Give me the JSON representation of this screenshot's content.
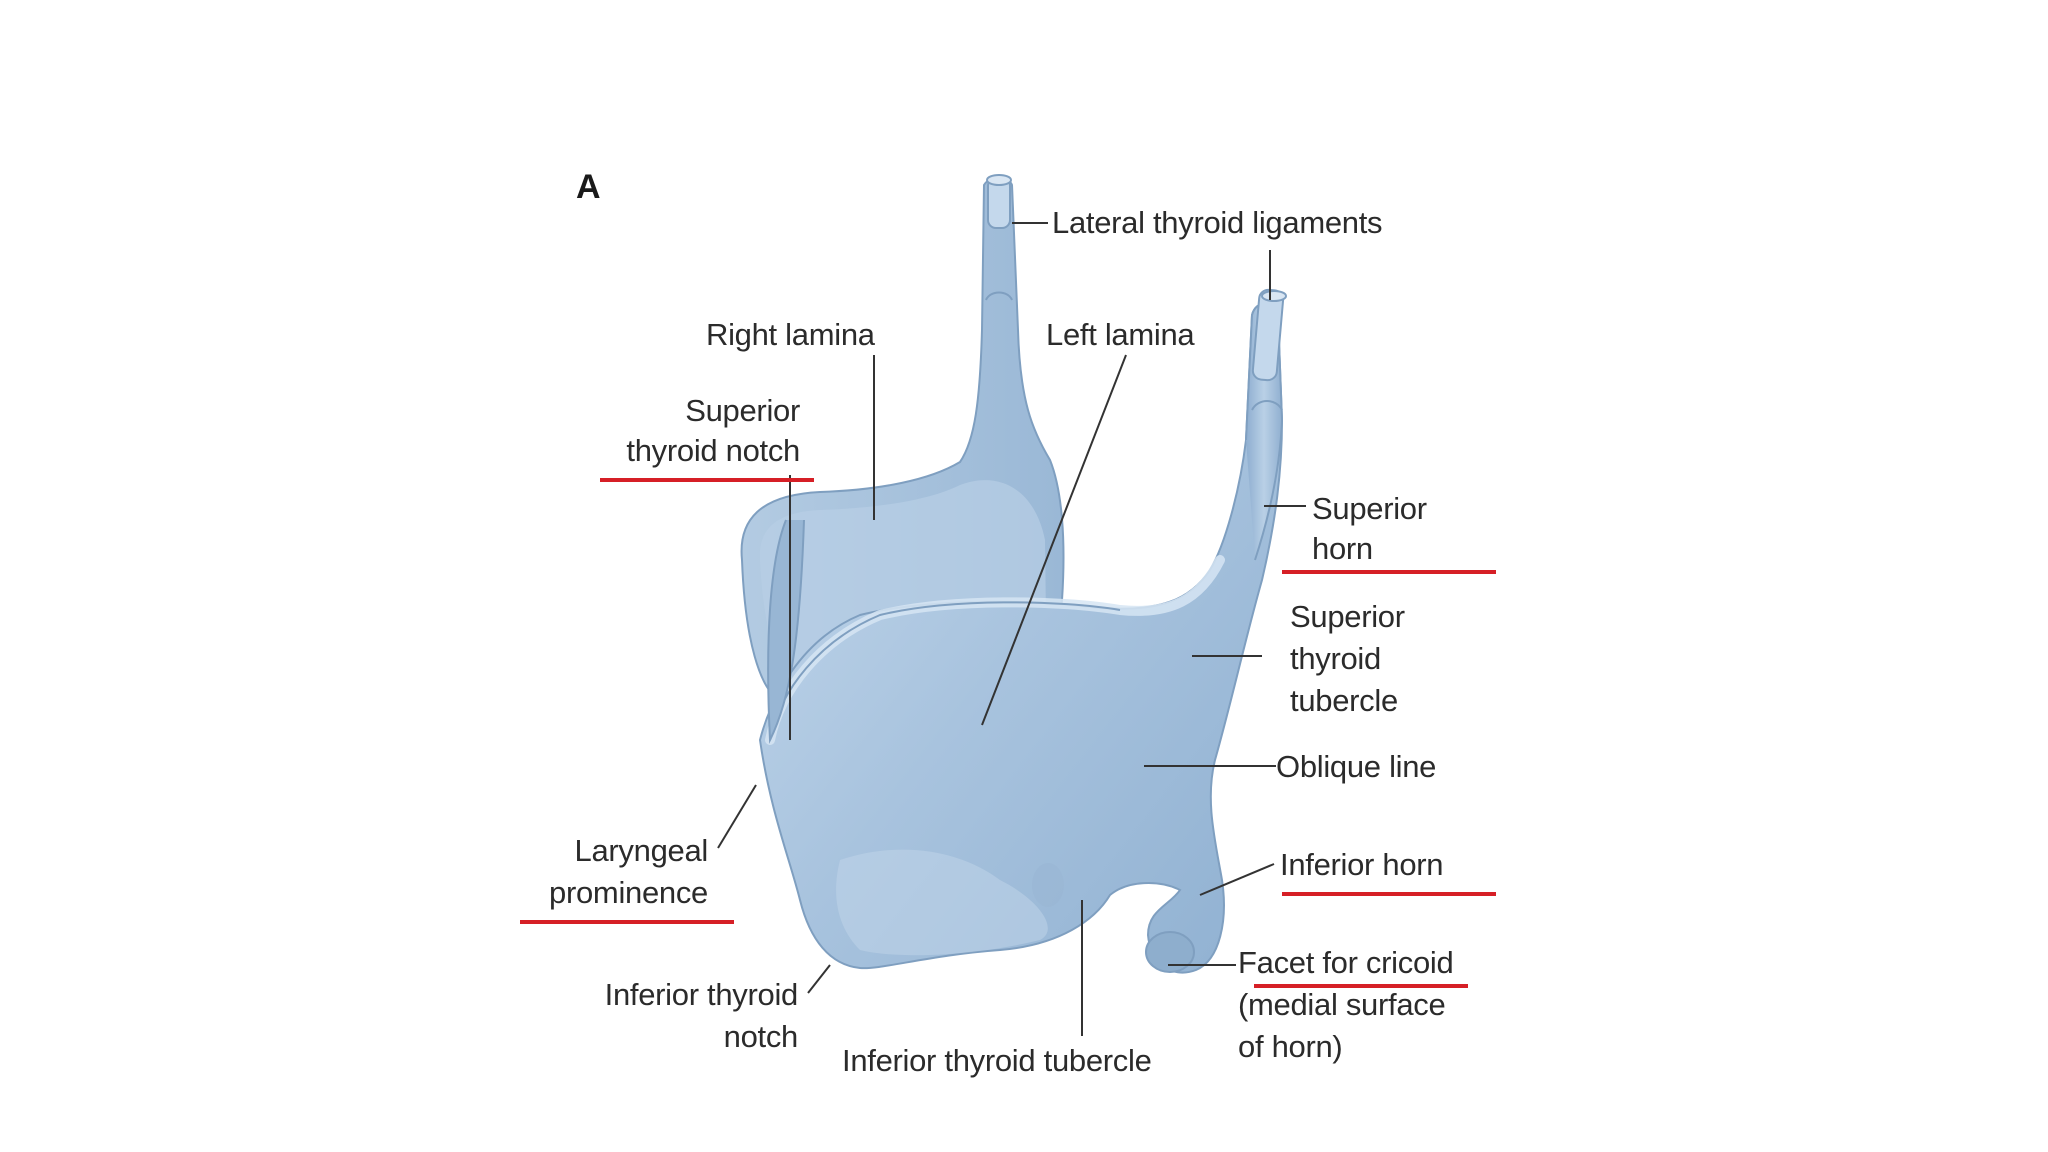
{
  "figure": {
    "panel_label": "A",
    "labels": {
      "lateral_thyroid_ligaments": "Lateral thyroid ligaments",
      "right_lamina": "Right lamina",
      "left_lamina": "Left lamina",
      "superior_thyroid_notch_1": "Superior",
      "superior_thyroid_notch_2": "thyroid notch",
      "superior_horn_1": "Superior",
      "superior_horn_2": "horn",
      "superior_thyroid_tubercle_1": "Superior",
      "superior_thyroid_tubercle_2": "thyroid",
      "superior_thyroid_tubercle_3": "tubercle",
      "oblique_line": "Oblique line",
      "inferior_horn": "Inferior horn",
      "laryngeal_prominence_1": "Laryngeal",
      "laryngeal_prominence_2": "prominence",
      "facet_for_cricoid_1": "Facet for cricoid",
      "facet_for_cricoid_2": "(medial surface",
      "facet_for_cricoid_3": "of horn)",
      "inferior_thyroid_notch_1": "Inferior thyroid",
      "inferior_thyroid_notch_2": "notch",
      "inferior_thyroid_tubercle": "Inferior thyroid tubercle"
    },
    "colors": {
      "cartilage_fill": "#a9c3dc",
      "cartilage_light": "#c6d8ea",
      "cartilage_shadow": "#7f9fc0",
      "leader_line": "#333333",
      "underline": "#d61f26"
    },
    "underlined_terms": [
      "Superior thyroid notch",
      "Superior horn",
      "Laryngeal prominence",
      "Inferior horn",
      "Facet for cricoid"
    ]
  }
}
